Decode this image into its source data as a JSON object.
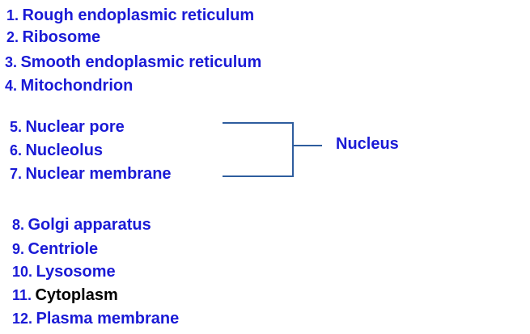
{
  "items": [
    {
      "num": "1.",
      "label": "Rough endoplasmic reticulum"
    },
    {
      "num": "2.",
      "label": "Ribosome"
    },
    {
      "num": "3.",
      "label": "Smooth endoplasmic reticulum"
    },
    {
      "num": "4.",
      "label": "Mitochondrion"
    },
    {
      "num": "5.",
      "label": "Nuclear pore"
    },
    {
      "num": "6.",
      "label": "Nucleolus"
    },
    {
      "num": "7.",
      "label": "Nuclear membrane"
    },
    {
      "num": "8.",
      "label": "Golgi apparatus"
    },
    {
      "num": "9.",
      "label": "Centriole"
    },
    {
      "num": "10.",
      "label": "Lysosome"
    },
    {
      "num": "11.",
      "label": "Cytoplasm"
    },
    {
      "num": "12.",
      "label": "Plasma membrane"
    }
  ],
  "group_label": "Nucleus",
  "colors": {
    "text_blue": "#1a1ad6",
    "text_black": "#000000",
    "bracket": "#2e5d9e"
  }
}
